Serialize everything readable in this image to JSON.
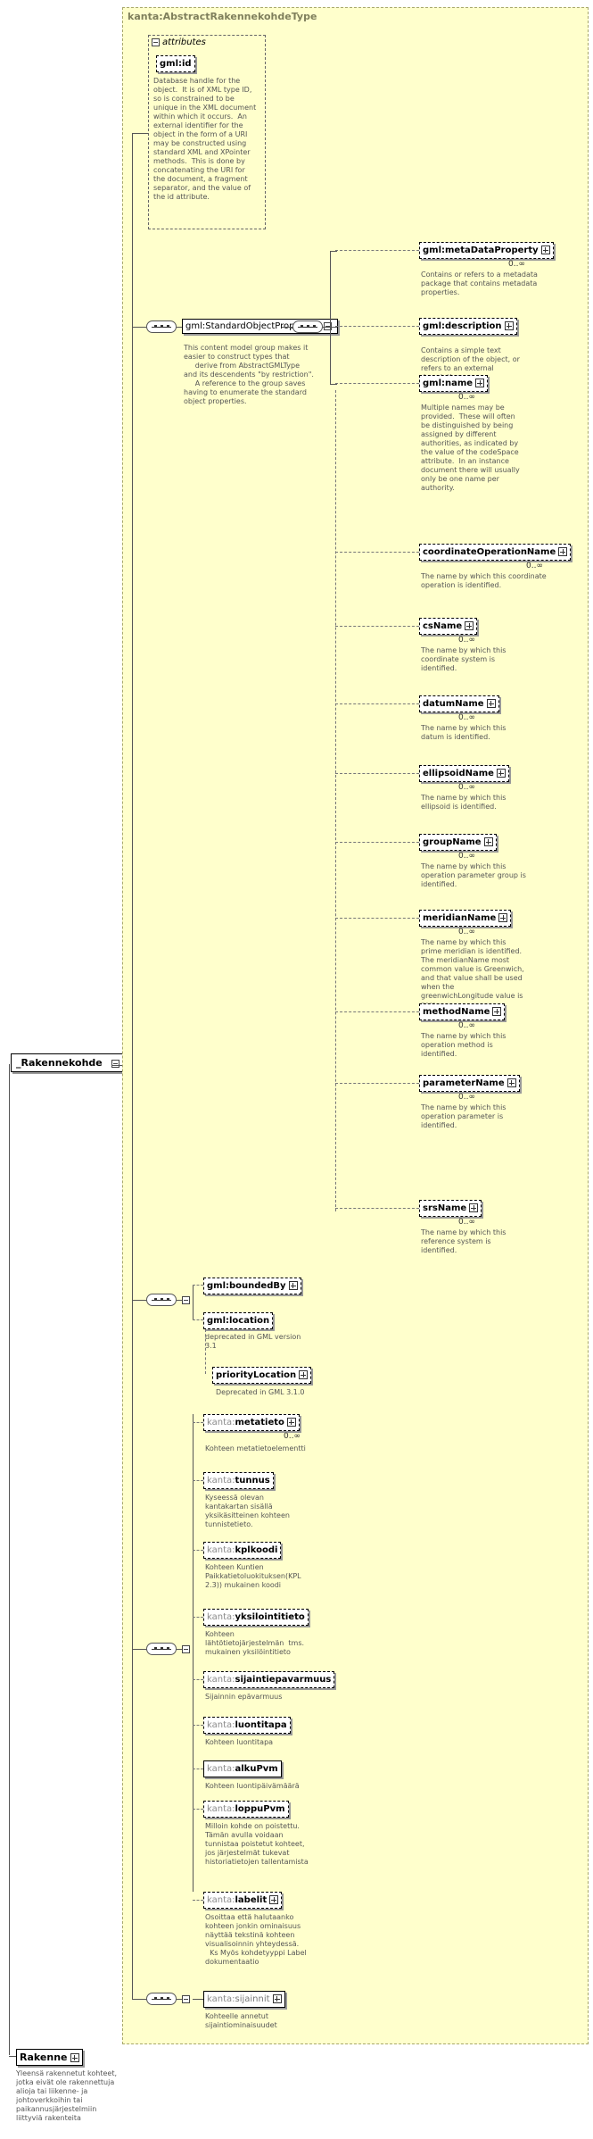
{
  "complex_type": {
    "title": "kanta:AbstractRakennekohdeType"
  },
  "attributes": {
    "label": "attributes",
    "gmlid": {
      "name": "gml:id",
      "desc": "Database handle for the\nobject.  It is of XML type ID,\nso is constrained to be\nunique in the XML document\nwithin which it occurs.  An\nexternal identifier for the\nobject in the form of a URI\nmay be constructed using\nstandard XML and XPointer\nmethods.  This is done by\nconcatenating the URI for\nthe document, a fragment\nseparator, and the value of\nthe id attribute."
    }
  },
  "group": {
    "name": "gml:StandardObjectProperties",
    "desc": "This content model group makes it\neasier to construct types that\n     derive from AbstractGMLType\nand its descendents \"by restriction\".\n     A reference to the group saves\nhaving to enumerate the standard\nobject properties."
  },
  "std_props": [
    {
      "name": "gml:metaDataProperty",
      "occ": "0..∞",
      "desc": "Contains or refers to a metadata\npackage that contains metadata\nproperties."
    },
    {
      "name": "gml:description",
      "occ": "",
      "desc": "Contains a simple text\ndescription of the object, or\nrefers to an external\ndescription."
    },
    {
      "name": "gml:name",
      "occ": "0..∞",
      "desc": "Multiple names may be\nprovided.  These will often\nbe distinguished by being\nassigned by different\nauthorities, as indicated by\nthe value of the codeSpace\nattribute.  In an instance\ndocument there will usually\nonly be one name per\nauthority."
    },
    {
      "name": "coordinateOperationName",
      "occ": "0..∞",
      "desc": "The name by which this coordinate\noperation is identified."
    },
    {
      "name": "csName",
      "occ": "0..∞",
      "desc": "The name by which this\ncoordinate system is\nidentified."
    },
    {
      "name": "datumName",
      "occ": "0..∞",
      "desc": "The name by which this\ndatum is identified."
    },
    {
      "name": "ellipsoidName",
      "occ": "0..∞",
      "desc": "The name by which this\nellipsoid is identified."
    },
    {
      "name": "groupName",
      "occ": "0..∞",
      "desc": "The name by which this\noperation parameter group is\nidentified."
    },
    {
      "name": "meridianName",
      "occ": "0..∞",
      "desc": "The name by which this\nprime meridian is identified.\nThe meridianName most\ncommon value is Greenwich,\nand that value shall be used\nwhen the\ngreenwichLongitude value is\nzero."
    },
    {
      "name": "methodName",
      "occ": "0..∞",
      "desc": "The name by which this\noperation method is\nidentified."
    },
    {
      "name": "parameterName",
      "occ": "0..∞",
      "desc": "The name by which this\noperation parameter is\nidentified."
    },
    {
      "name": "srsName",
      "occ": "0..∞",
      "desc": "The name by which this\nreference system is\nidentified."
    }
  ],
  "bounded": {
    "name": "gml:boundedBy"
  },
  "location": {
    "name": "gml:location",
    "desc": "deprecated in GML version\n3.1"
  },
  "priority": {
    "name": "priorityLocation",
    "desc": "Deprecated in GML 3.1.0"
  },
  "kanta_items": [
    {
      "prefix": "kanta:",
      "name": "metatieto",
      "occ": "0..∞",
      "desc": "Kohteen metatietoelementti"
    },
    {
      "prefix": "kanta:",
      "name": "tunnus",
      "occ": "",
      "desc": "Kyseessä olevan\nkantakartan sisällä\nyksikäsitteinen kohteen\ntunnistetieto."
    },
    {
      "prefix": "kanta:",
      "name": "kplkoodi",
      "occ": "",
      "desc": "Kohteen Kuntien\nPaikkatietoluokituksen(KPL\n2.3)) mukainen koodi"
    },
    {
      "prefix": "kanta:",
      "name": "yksilointitieto",
      "occ": "",
      "desc": "Kohteen\nlähtötietojärjestelmän  tms.\nmukainen yksilöintitieto"
    },
    {
      "prefix": "kanta:",
      "name": "sijaintiepavarmuus",
      "occ": "",
      "desc": "Sijainnin epävarmuus"
    },
    {
      "prefix": "kanta:",
      "name": "luontitapa",
      "occ": "",
      "desc": "Kohteen luontitapa"
    },
    {
      "prefix": "kanta:",
      "name": "alkuPvm",
      "occ": "",
      "desc": "Kohteen luontipäivämäärä"
    },
    {
      "prefix": "kanta:",
      "name": "loppuPvm",
      "occ": "",
      "desc": "Milloin kohde on poistettu.\nTämän avulla voidaan\ntunnistaa poistetut kohteet,\njos järjestelmät tukevat\nhistoriatietojen tallentamista"
    },
    {
      "prefix": "kanta:",
      "name": "labelit",
      "occ": "",
      "desc": "Osoittaa että halutaanko\nkohteen jonkin ominaisuus\nnäyttää tekstinä kohteen\nvisualisoinnin yhteydessä.\n  Ks Myös kohdetyyppi Label\ndokumentaatio"
    }
  ],
  "sijainnit": {
    "prefix": "kanta:",
    "name": "sijainnit",
    "desc": "Kohteelle annetut\nsijaintiominaisuudet"
  },
  "root_element": {
    "name": "_Rakennekohde"
  },
  "rakenne": {
    "name": "Rakenne",
    "desc": "Yleensä rakennetut kohteet,\njotka eivät ole rakennettuja\nalioja tai liikenne- ja\njohtoverkkoihin tai\npaikannusjärjestelmiin\nliittyviä rakenteita"
  }
}
